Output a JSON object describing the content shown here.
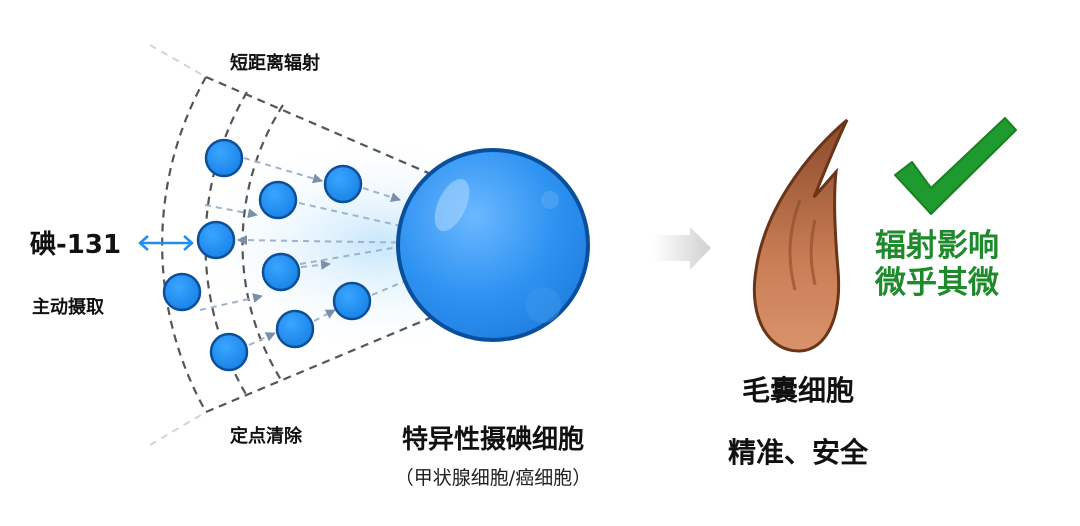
{
  "left": {
    "iodine_label": "碘-131",
    "uptake_label": "主动摄取",
    "short_range_label": "短距离辐射",
    "targeted_label": "定点清除"
  },
  "cell": {
    "title": "特异性摄碘细胞",
    "subtitle": "（甲状腺细胞/癌细胞）"
  },
  "follicle": {
    "title": "毛囊细胞",
    "subtitle": "精准、安全"
  },
  "verdict": {
    "line1": "辐射影响",
    "line2": "微乎其微"
  },
  "colors": {
    "cell_blue": "#2a8ff0",
    "dot_blue": "#1f8ef0",
    "check_green": "#1f9a2e",
    "text_green": "#1e8a2c",
    "follicle_brown": "#b86a43"
  }
}
